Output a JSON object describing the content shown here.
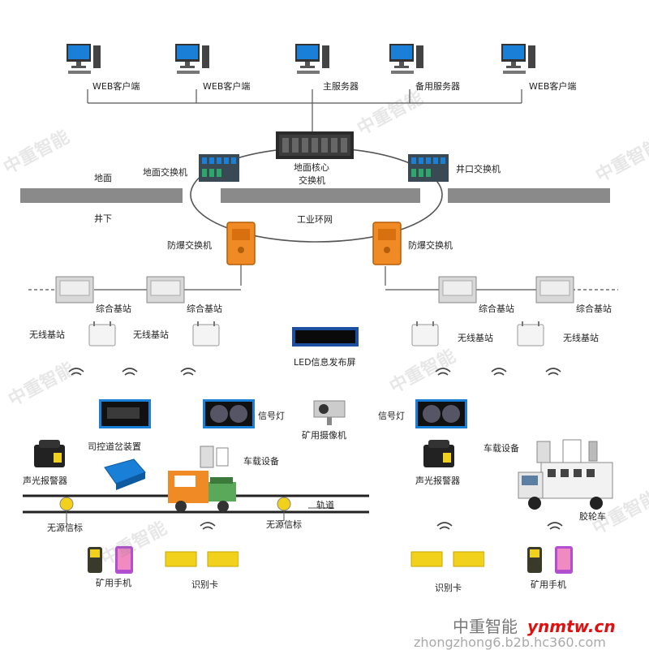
{
  "clients": {
    "web1": "WEB客户端",
    "main_server": "主服务器",
    "web2": "WEB客户端",
    "backup_server": "备用服务器",
    "web3": "WEB客户端"
  },
  "network": {
    "ground_switch": "地面交换机",
    "core_switch_line1": "地面核心",
    "core_switch_line2": "交换机",
    "well_switch": "井口交换机",
    "surface": "地面",
    "underground": "井下",
    "ring": "工业环网",
    "explosion_switch_left": "防爆交换机",
    "explosion_switch_right": "防爆交换机"
  },
  "stations": {
    "combo": [
      "综合基站",
      "综合基站",
      "综合基站",
      "综合基站"
    ],
    "wireless": [
      "无线基站",
      "无线基站",
      "无线基站",
      "无线基站"
    ],
    "led": "LED信息发布屏"
  },
  "devices": {
    "signal_left": "信号灯",
    "signal_right": "信号灯",
    "camera": "矿用摄像机",
    "turnout": "司控道岔装置",
    "alarm_left": "声光报警器",
    "alarm_right": "声光报警器",
    "vehicle_left": "车载设备",
    "vehicle_right": "车载设备",
    "track": "轨道",
    "beacon_left": "无源信标",
    "beacon_right": "无源信标",
    "car": "胶轮车",
    "phone_left": "矿用手机",
    "phone_right": "矿用手机",
    "card_left": "识别卡",
    "card_right": "识别卡"
  },
  "watermark": "中重智能",
  "footer": {
    "cn": "中重智能",
    "en": "zhongzhong6.b2b.hc360.com",
    "brand": "ynmtw.cn"
  },
  "colors": {
    "orange": "#f08a24",
    "blue": "#1a7fd6",
    "gray_band": "#8a8a8a",
    "yellow": "#f1d11c"
  }
}
